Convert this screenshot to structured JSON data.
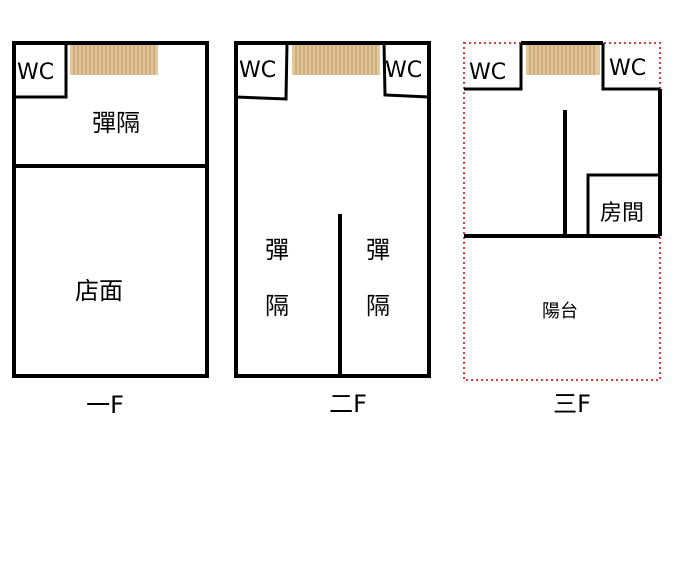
{
  "floor1": {
    "caption": "一F",
    "wc": "WC",
    "partition": "彈隔",
    "storefront": "店面"
  },
  "floor2": {
    "caption": "二F",
    "wc_left": "WC",
    "wc_right": "WC",
    "partition_left_1": "彈",
    "partition_left_2": "隔",
    "partition_right_1": "彈",
    "partition_right_2": "隔"
  },
  "floor3": {
    "caption": "三F",
    "wc_left": "WC",
    "wc_right": "WC",
    "room": "房間",
    "balcony": "陽台"
  },
  "colors": {
    "stairs": "#e4c79a",
    "rooftop_outline": "#e23b3b"
  }
}
